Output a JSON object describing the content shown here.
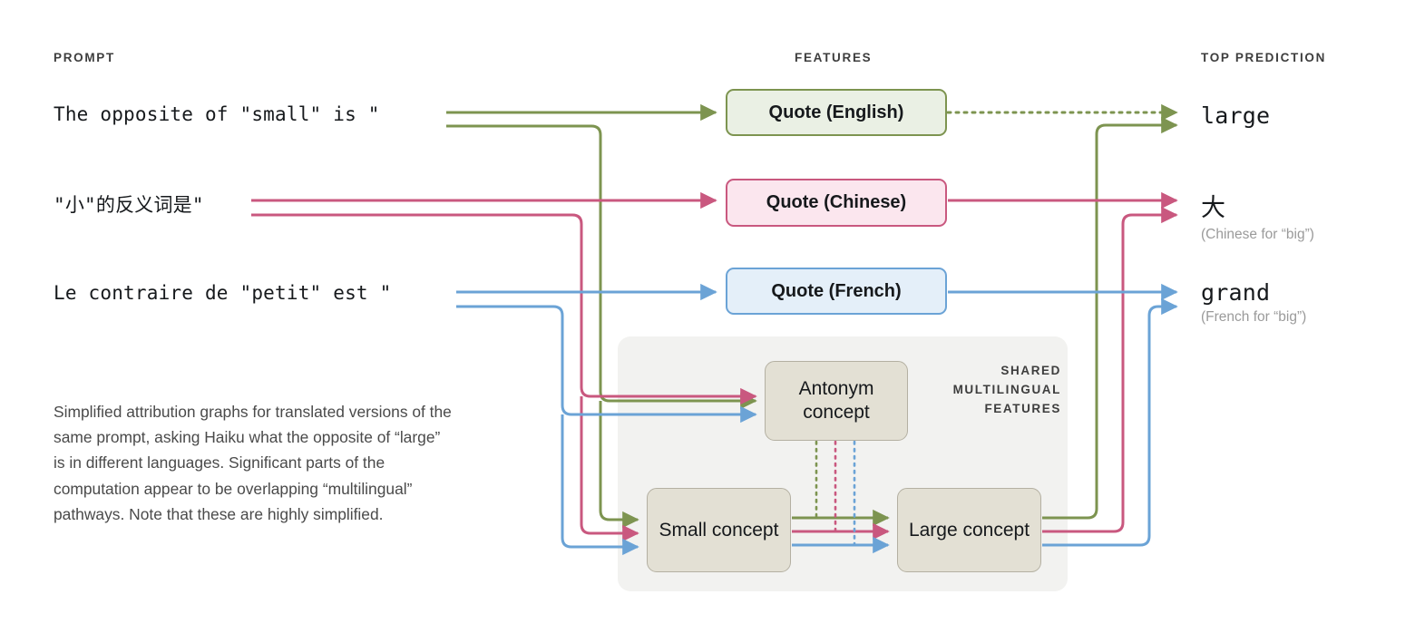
{
  "headers": {
    "prompt": "PROMPT",
    "features": "FEATURES",
    "top_prediction": "TOP PREDICTION"
  },
  "prompts": [
    {
      "id": "en",
      "language": "English",
      "text": "The opposite of \"small\" is \"",
      "color": "#7d9450"
    },
    {
      "id": "zh",
      "language": "Chinese",
      "text": "\"小\"的反义词是\"",
      "color": "#c9587f"
    },
    {
      "id": "fr",
      "language": "French",
      "text": "Le contraire de \"petit\" est \"",
      "color": "#6ba3d6"
    }
  ],
  "features": {
    "quote_nodes": [
      {
        "id": "quote-en",
        "label": "Quote (English)",
        "fill": "#eaf0e4",
        "border": "#7d9450"
      },
      {
        "id": "quote-zh",
        "label": "Quote (Chinese)",
        "fill": "#fbe6ee",
        "border": "#c9587f"
      },
      {
        "id": "quote-fr",
        "label": "Quote (French)",
        "fill": "#e4eff9",
        "border": "#6ba3d6"
      }
    ],
    "shared_label": "SHARED MULTILINGUAL FEATURES",
    "concept_nodes": [
      {
        "id": "antonym",
        "label": "Antonym concept",
        "fill": "#e3e0d4",
        "border": "#b4b0a2"
      },
      {
        "id": "small",
        "label": "Small concept",
        "fill": "#e3e0d4",
        "border": "#b4b0a2"
      },
      {
        "id": "large",
        "label": "Large concept",
        "fill": "#e3e0d4",
        "border": "#b4b0a2"
      }
    ]
  },
  "predictions": [
    {
      "id": "large",
      "word": "large",
      "note": "",
      "color": "#7d9450"
    },
    {
      "id": "da",
      "word": "大",
      "note": "(Chinese for “big”)",
      "color": "#c9587f"
    },
    {
      "id": "grand",
      "word": "grand",
      "note": "(French for “big”)",
      "color": "#6ba3d6"
    }
  ],
  "caption": "Simplified attribution graphs for translated versions of the same prompt, asking Haiku what the opposite of “large” is in different languages. Significant parts of the computation appear to be overlapping “multilingual” pathways. Note that these are highly simplified.",
  "colors": {
    "english": "#7d9450",
    "chinese": "#c9587f",
    "french": "#6ba3d6",
    "panel_bg": "#f2f2f0",
    "concept_fill": "#e3e0d4",
    "page_bg": "#ffffff",
    "caption_text": "#4a4a4a",
    "note_text": "#9a9a9a"
  }
}
